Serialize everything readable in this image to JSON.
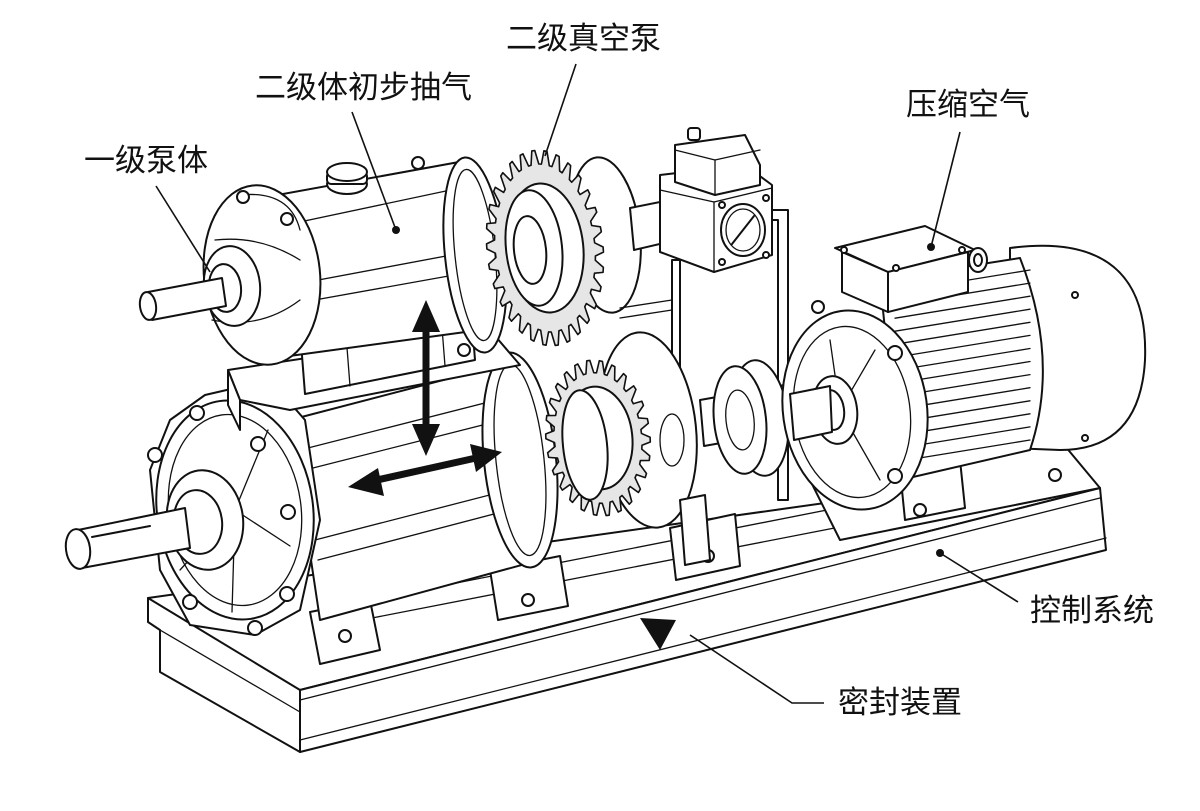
{
  "diagram": {
    "subject": "Two-stage vacuum pump unit with motor, gears and base frame",
    "colors": {
      "line": "#111111",
      "background": "#ffffff",
      "shade": "#e6e6e6"
    },
    "labels": {
      "stage1_pump_body": "一级泵体",
      "stage2_initial_pumping": "二级体初步抽气",
      "stage2_vacuum_pump": "二级真空泵",
      "compressed_air": "压缩空气",
      "control_system": "控制系统",
      "sealing_device": "密封装置"
    }
  }
}
